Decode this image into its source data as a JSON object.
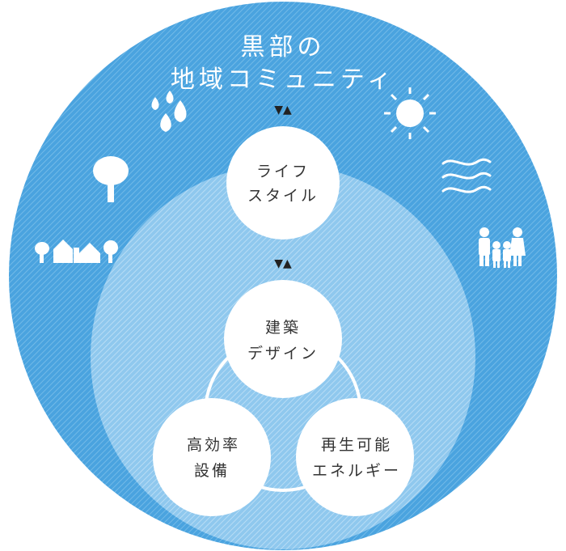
{
  "diagram": {
    "title_lines": [
      "黒部の",
      "地域コミュニティ"
    ],
    "arrows": {
      "top": "▼▲",
      "middle": "▼▲"
    },
    "nodes": {
      "lifestyle": {
        "lines": [
          "ライフ",
          "スタイル"
        ]
      },
      "architecture": {
        "lines": [
          "建築",
          "デザイン"
        ]
      },
      "equipment": {
        "lines": [
          "高効率",
          "設備"
        ]
      },
      "renewable": {
        "lines": [
          "再生可能",
          "エネルギー"
        ]
      }
    },
    "icons": [
      "raindrops-icon",
      "sun-icon",
      "tree-icon",
      "wind-icon",
      "village-icon",
      "family-icon"
    ],
    "colors": {
      "outer": "#4aa3df",
      "inner": "#a9d5f2",
      "node": "#ffffff",
      "text": "#333333"
    }
  }
}
